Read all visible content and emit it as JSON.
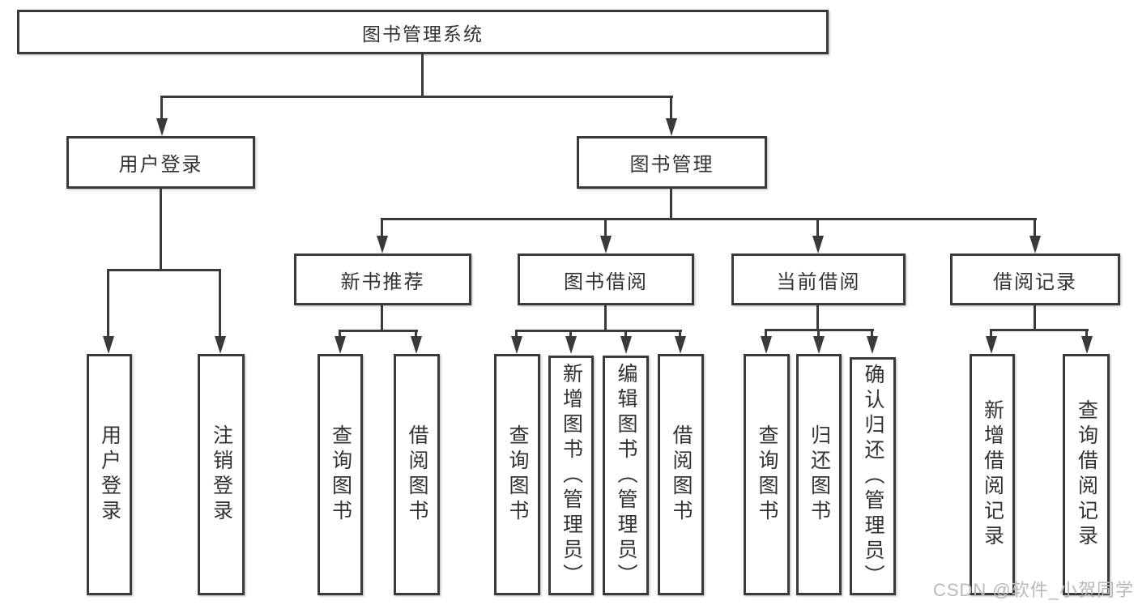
{
  "diagram": {
    "watermark": "CSDN @软件_小贺同学",
    "tree": {
      "root": "图书管理系统",
      "children": [
        {
          "label": "用户登录",
          "children": [
            {
              "label": "用户登录"
            },
            {
              "label": "注销登录"
            }
          ]
        },
        {
          "label": "图书管理",
          "children": [
            {
              "label": "新书推荐",
              "children": [
                {
                  "label": "查询图书"
                },
                {
                  "label": "借阅图书"
                }
              ]
            },
            {
              "label": "图书借阅",
              "children": [
                {
                  "label": "查询图书"
                },
                {
                  "label": "新增图书（管理员）"
                },
                {
                  "label": "编辑图书（管理员）"
                },
                {
                  "label": "借阅图书"
                }
              ]
            },
            {
              "label": "当前借阅",
              "children": [
                {
                  "label": "查询图书"
                },
                {
                  "label": "归还图书"
                },
                {
                  "label": "确认归还（管理员）"
                }
              ]
            },
            {
              "label": "借阅记录",
              "children": [
                {
                  "label": "新增借阅记录"
                },
                {
                  "label": "查询借阅记录"
                }
              ]
            }
          ]
        }
      ]
    }
  }
}
